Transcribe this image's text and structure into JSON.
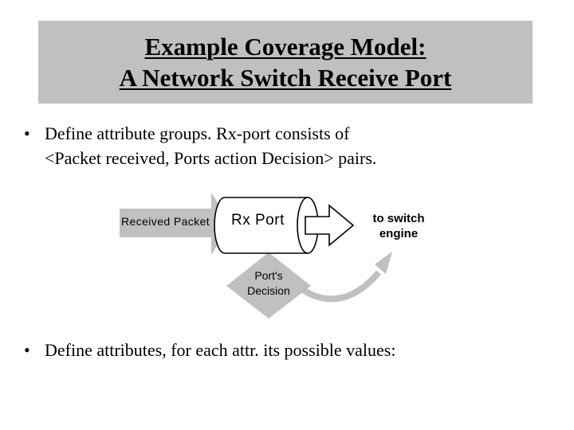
{
  "slide": {
    "background_color": "#ffffff",
    "banner_color": "#c0c0c0",
    "shape_fill_gray": "#c0c0c0",
    "text_color": "#000000"
  },
  "title": {
    "line1": "Example Coverage Model:",
    "line2": "A Network Switch Receive Port"
  },
  "bullets": [
    {
      "marker": "•",
      "line1": "Define attribute groups. Rx-port consists of",
      "line2": "<Packet received, Ports action Decision> pairs."
    },
    {
      "marker": "•",
      "line1": "Define attributes, for each attr. its possible values:"
    }
  ],
  "diagram": {
    "labels": {
      "received_packet": "Received Packet",
      "rx_port": "Rx Port",
      "to_switch_engine_line1": "to switch",
      "to_switch_engine_line2": "engine",
      "ports_decision_line1": "Port's",
      "ports_decision_line2": "Decision"
    },
    "shapes": [
      {
        "name": "received-packet-arrow",
        "type": "block-arrow-right",
        "fill": "#c0c0c0"
      },
      {
        "name": "rx-port-cylinder",
        "type": "cylinder-horizontal",
        "fill": "#ffffff",
        "stroke": "#000000"
      },
      {
        "name": "output-arrow",
        "type": "block-arrow-right-outline",
        "fill": "#ffffff",
        "stroke": "#000000"
      },
      {
        "name": "ports-decision-diamond",
        "type": "diamond",
        "fill": "#c0c0c0"
      },
      {
        "name": "feedback-curved-arrow",
        "type": "curved-arrow",
        "fill": "#c0c0c0"
      }
    ]
  }
}
